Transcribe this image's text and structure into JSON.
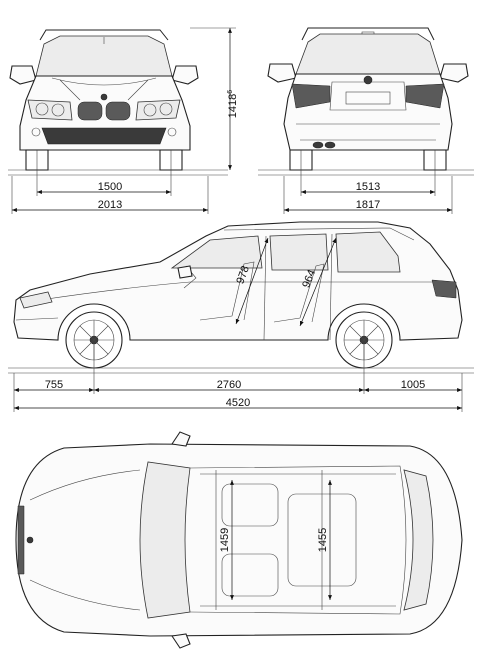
{
  "dimensions": {
    "front_track": "1500",
    "front_overall_width": "2013",
    "rear_track": "1513",
    "rear_overall_width": "1817",
    "overall_height": "1418",
    "overall_height_superscript": "6",
    "front_headroom": "978",
    "rear_headroom": "964",
    "front_overhang": "755",
    "wheelbase": "2760",
    "rear_overhang": "1005",
    "overall_length": "4520",
    "front_shoulder_width": "1459",
    "rear_shoulder_width": "1455"
  }
}
